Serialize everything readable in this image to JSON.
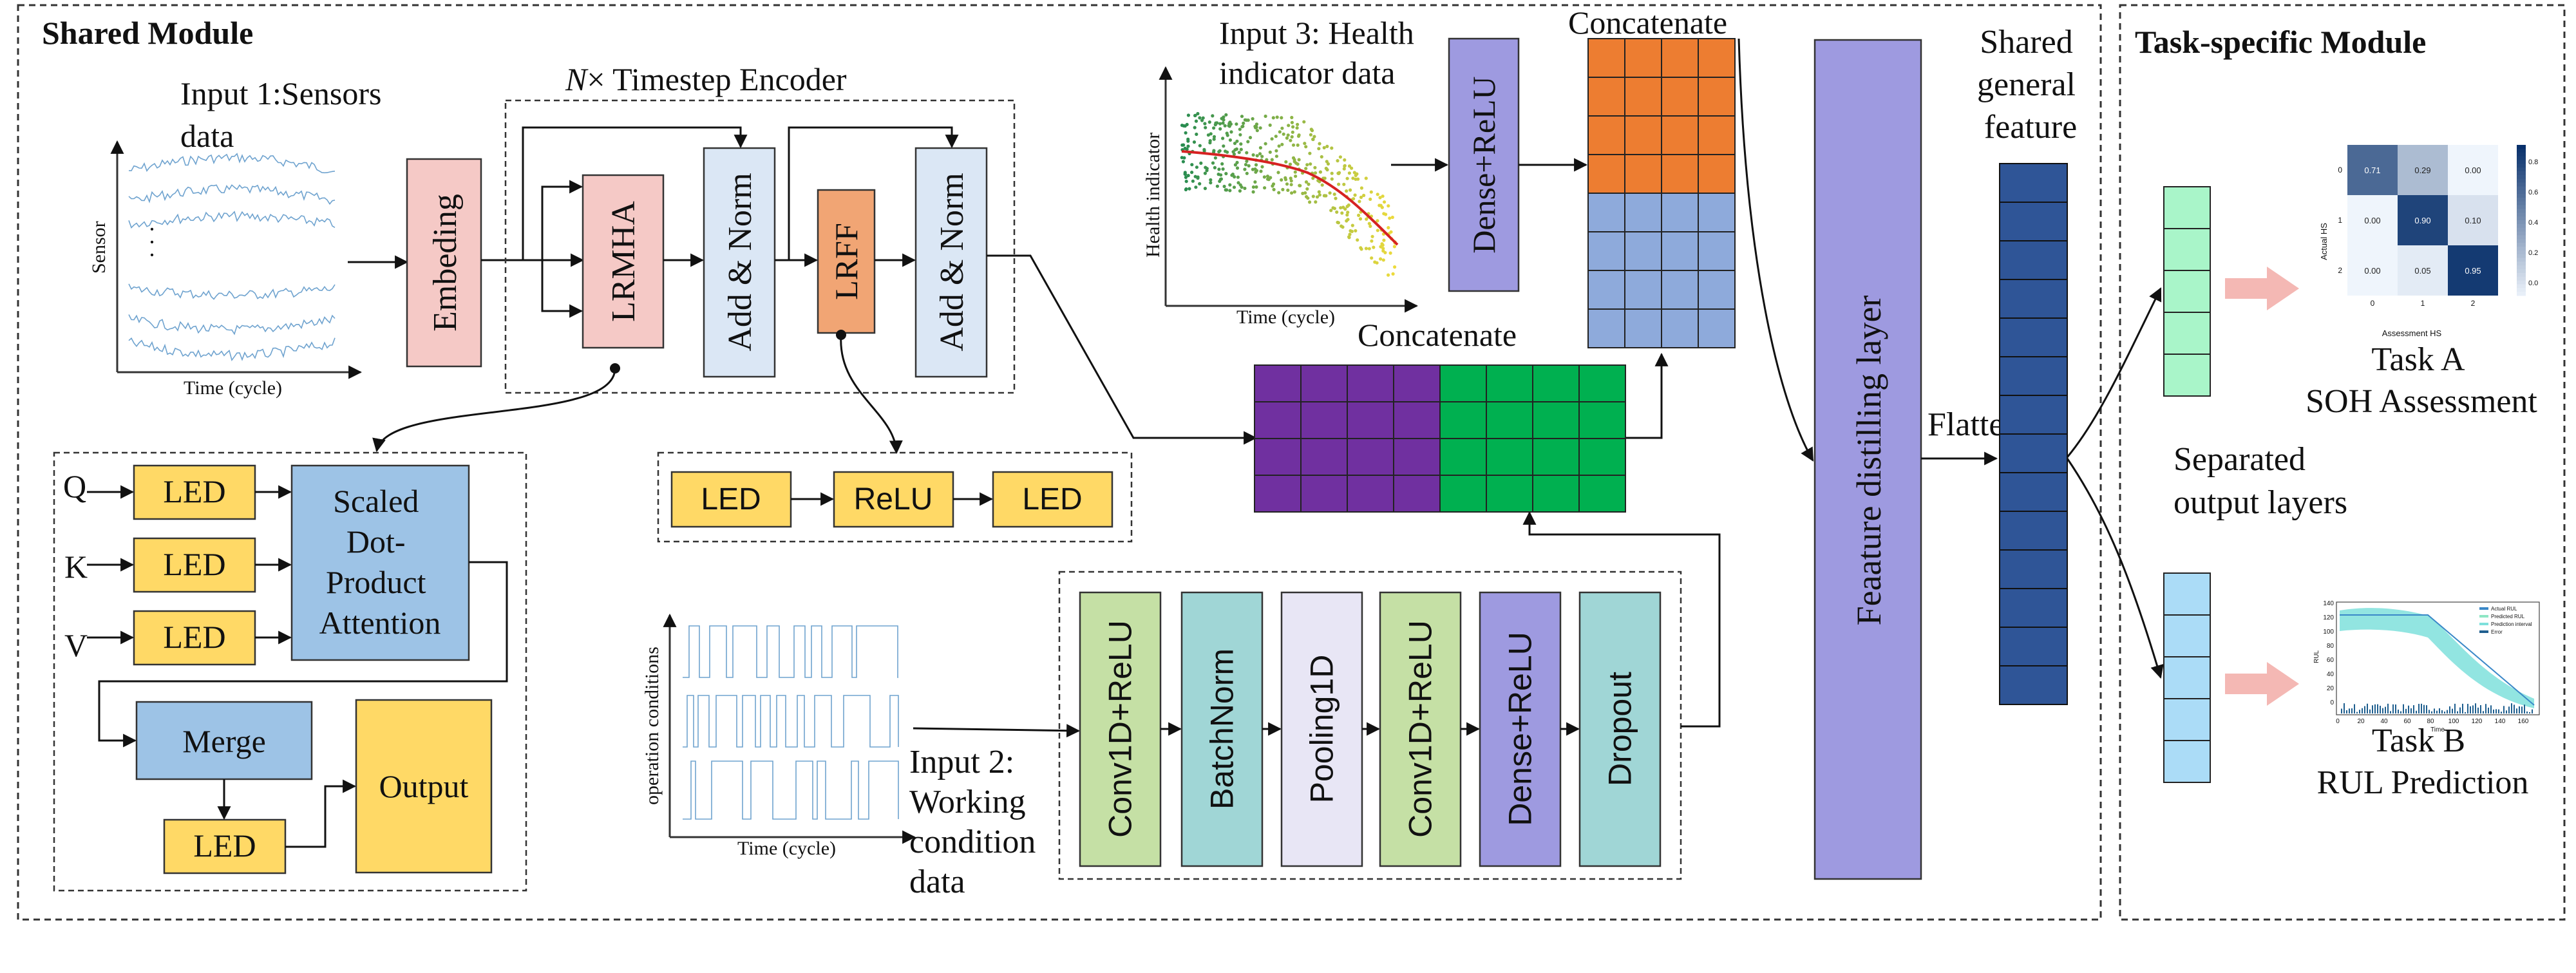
{
  "shared": {
    "title": "Shared Module",
    "input1": {
      "line1": "Input 1:Sensors",
      "line2": "data",
      "ylabel": "Sensor",
      "xlabel": "Time (cycle)",
      "dots": "·\n·\n·"
    },
    "embedding": "Embeding",
    "encoder": {
      "title_n": "N",
      "title_rest": "× Timestep Encoder",
      "lrmha": "LRMHA",
      "addnorm1": "Add & Norm",
      "lrff": "LRFF",
      "addnorm2": "Add & Norm"
    },
    "attention": {
      "q": "Q",
      "k": "K",
      "v": "V",
      "led": "LED",
      "sdpa": [
        "Scaled",
        "Dot-",
        "Product",
        "Attention"
      ],
      "merge": "Merge",
      "output": "Output"
    },
    "ffn": {
      "led1": "LED",
      "relu": "ReLU",
      "led2": "LED"
    },
    "input2": {
      "ylabel": "operation conditions",
      "xlabel": "Time (cycle)",
      "label": [
        "Input 2:",
        "Working",
        "condition",
        "data"
      ]
    },
    "cnn": [
      "Conv1D+ReLU",
      "BatchNorm",
      "Pooling1D",
      "Conv1D+ReLU",
      "Dense+ReLU",
      "Dropout"
    ],
    "input3": {
      "label": [
        "Input 3: Health",
        "indicator data"
      ],
      "ylabel": "Health indicator",
      "xlabel": "Time (cycle)",
      "dense": "Dense+ReLU"
    },
    "concat_top": "Concatenate",
    "concat_bottom": "Concatenate",
    "distill": "Feaature distilling layer",
    "flatten": "Flatten",
    "shared_feature": [
      "Shared",
      "general",
      "feature"
    ]
  },
  "task": {
    "title": "Task-specific Module",
    "separated": [
      "Separated",
      "output layers"
    ],
    "taskA": [
      "Task A",
      "SOH Assessment"
    ],
    "taskB": [
      "Task B",
      "RUL Prediction"
    ],
    "cm": {
      "values": [
        [
          "0.71",
          "0.29",
          "0.00"
        ],
        [
          "0.00",
          "0.90",
          "0.10"
        ],
        [
          "0.00",
          "0.05",
          "0.95"
        ]
      ],
      "xlabel": "Assessment HS",
      "ylabel": "Actual HS",
      "ticks": [
        "0",
        "1",
        "2"
      ],
      "cbar": [
        "0.8",
        "0.6",
        "0.4",
        "0.2",
        "0.0"
      ]
    },
    "rul": {
      "legend": [
        "Actual RUL",
        "Predicted RUL",
        "Prediction interval",
        "Error"
      ],
      "yticks": [
        "140",
        "120",
        "100",
        "80",
        "60",
        "40",
        "20",
        "0"
      ],
      "xticks": [
        "0",
        "20",
        "40",
        "60",
        "80",
        "100",
        "120",
        "140",
        "160"
      ],
      "ylabel": "RUL",
      "xlabel": "Time"
    }
  },
  "colors": {
    "pink": "#f5c9c6",
    "blue": "#dbe7f5",
    "orange": "#f1a574",
    "yellow": "#ffd966",
    "ltblue": "#9dc3e6",
    "green": "#c5e0a5",
    "teal": "#a0d6d6",
    "lavender": "#e8e6f5",
    "purple": "#9e9ae0",
    "concat_orange": "#ed7d31",
    "concat_blue": "#8eaadb",
    "concat_purple": "#7030a0",
    "concat_green": "#00b050",
    "feature": "#2f5597",
    "mint": "#a9f5c9",
    "skyblue": "#abdcf7",
    "arrow_pink": "#f4b8b4"
  }
}
